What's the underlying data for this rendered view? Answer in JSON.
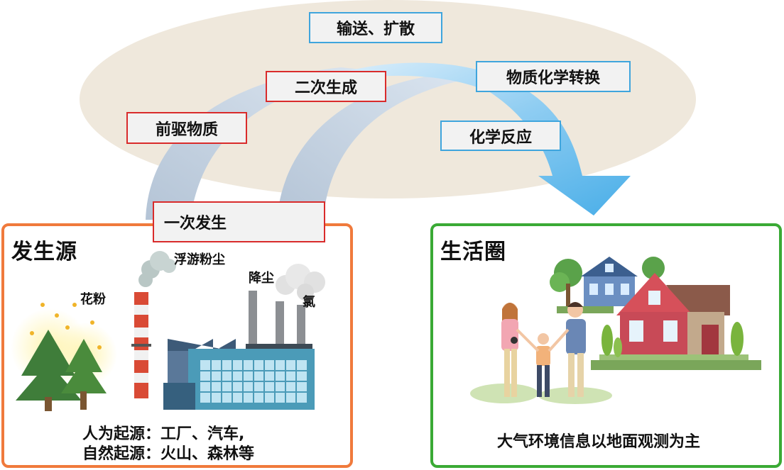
{
  "process_labels": {
    "transport": "输送、扩散",
    "secondary": "二次生成",
    "transform": "物质化学转换",
    "precursor": "前驱物质",
    "reaction": "化学反应",
    "primary": "一次发生"
  },
  "source_panel": {
    "title": "发生源",
    "pollen": "花粉",
    "dust": "浮游粉尘",
    "fallout": "降尘",
    "chlorine": "氯",
    "origin_human": "人为起源：工厂、汽车,",
    "origin_natural": "自然起源：火山、森林等"
  },
  "life_panel": {
    "title": "生活圈",
    "caption": "大气环境信息以地面观测为主"
  },
  "colors": {
    "source_border": "#f07a3c",
    "life_border": "#3aaa35",
    "red_label_border": "#d92b2b",
    "blue_label_border": "#3fa5dd",
    "atmosphere": "#efe8dc"
  }
}
